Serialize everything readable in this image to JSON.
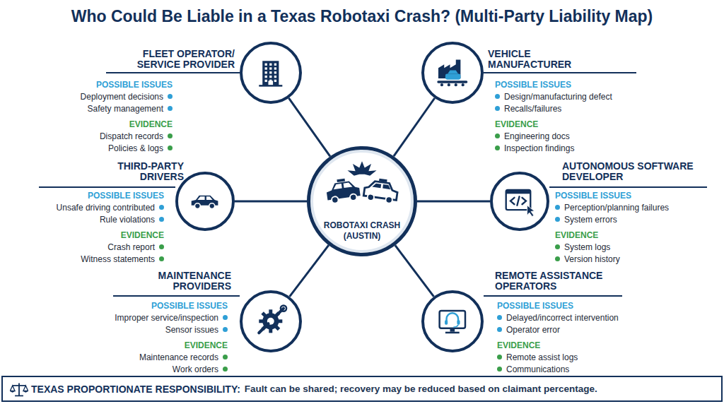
{
  "diagram": {
    "title": "Who Could Be Liable in a Texas Robotaxi Crash? (Multi-Party Liability Map)",
    "nodes": [
      {
        "text": [
          "FLEET OPERATOR/ SERVICE PROVIDER",
          "POSSIBLE ISSUES",
          "Deployment decisions",
          "Safety management",
          "EVIDENCE",
          "Dispatch records",
          "Policies & logs"
        ]
      },
      {
        "text": [
          "VEHICLE MANUFACTURER",
          "POSSIBLE ISSUES",
          "Design/manufacturing defect",
          "Recalls/failures",
          "EVIDENCE",
          "Engineering docs",
          "Inspection findings"
        ]
      },
      {
        "text": [
          "THIRD-PARTY DRIVERS",
          "POSSIBLE ISSUES",
          "Unsafe driving contributed",
          "Rule violations",
          "EVIDENCE",
          "Crash report",
          "Witness statements"
        ]
      },
      {
        "text": [
          "ROBOTAXI CRASH (AUSTIN)"
        ]
      },
      {
        "text": [
          "AUTONOMOUS SOFTWARE DEVELOPER",
          "POSSIBLE ISSUES",
          "Perception/planning failures",
          "System errors",
          "EVIDENCE",
          "System logs",
          "Version history"
        ]
      },
      {
        "text": [
          "MAINTENANCE PROVIDERS",
          "POSSIBLE ISSUES",
          "Improper service/inspection",
          "Sensor issues",
          "EVIDENCE",
          "Maintenance records",
          "Work orders"
        ]
      },
      {
        "text": [
          "REMOTE ASSISTANCE OPERATORS",
          "POSSIBLE ISSUES",
          "Delayed/incorrect intervention",
          "Operator error",
          "EVIDENCE",
          "Remote assist logs",
          "Communications"
        ]
      },
      {
        "text": [
          "TEXAS PROPORTIONATE RESPONSIBILITY:",
          "Fault can be shared; recovery may be reduced based on claimant percentage."
        ]
      }
    ],
    "edges": [
      {
        "from": 3,
        "to": 0,
        "arrow": "none"
      },
      {
        "from": 3,
        "to": 1,
        "arrow": "none"
      },
      {
        "from": 3,
        "to": 2,
        "arrow": "none"
      },
      {
        "from": 3,
        "to": 4,
        "arrow": "none"
      },
      {
        "from": 3,
        "to": 5,
        "arrow": "none"
      },
      {
        "from": 3,
        "to": 6,
        "arrow": "none"
      }
    ]
  }
}
